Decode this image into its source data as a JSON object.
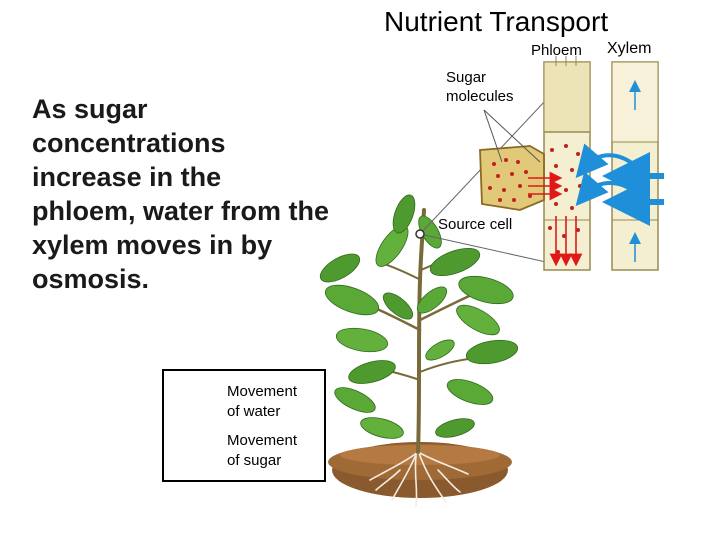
{
  "title": "Nutrient Transport",
  "labels": {
    "phloem": "Phloem",
    "xylem": "Xylem",
    "sugar_molecules_line1": "Sugar",
    "sugar_molecules_line2": "molecules",
    "source_cell": "Source cell"
  },
  "main_text": "As sugar concentrations increase in the phloem, water from the xylem moves in by osmosis.",
  "legend": {
    "water_line1": "Movement",
    "water_line2": "of water",
    "sugar_line1": "Movement",
    "sugar_line2": "of sugar"
  },
  "colors": {
    "water_arrow": "#1e8fd8",
    "sugar_arrow": "#e01818",
    "tube_fill": "#f3efd0",
    "source_cell_fill": "#e2c97a",
    "sugar_dot": "#c0221c",
    "leaf_green": "#4f9a2f",
    "soil_brown": "#7a4a22"
  }
}
